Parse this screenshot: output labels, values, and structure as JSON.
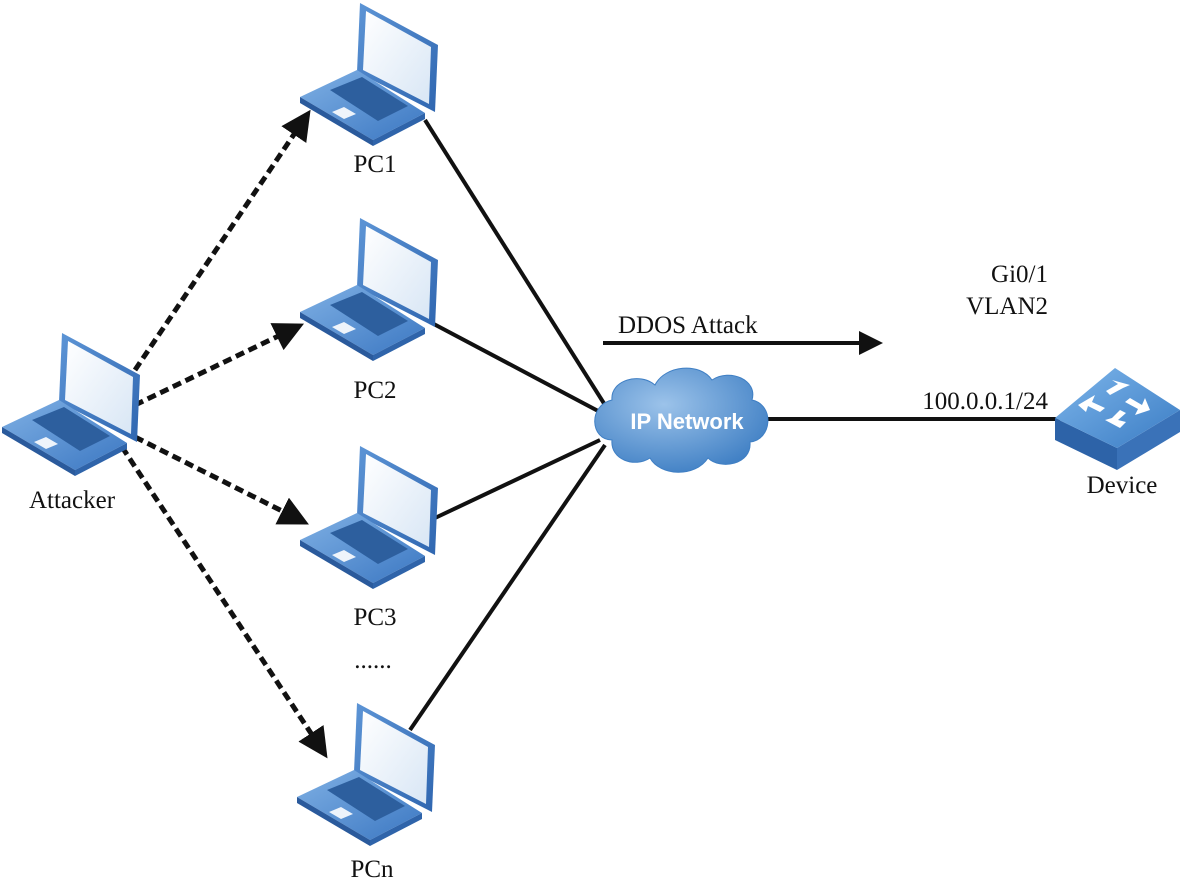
{
  "nodes": {
    "attacker": "Attacker",
    "pc1": "PC1",
    "pc2": "PC2",
    "pc3": "PC3",
    "ellipsis": "......",
    "pcn": "PCn",
    "cloud": "IP Network",
    "device": "Device"
  },
  "annotations": {
    "attack": "DDOS Attack",
    "interface": "Gi0/1",
    "vlan": "VLAN2",
    "ip": "100.0.0.1/24"
  },
  "colors": {
    "device_blue": "#3a7cc4",
    "link": "#111111"
  }
}
